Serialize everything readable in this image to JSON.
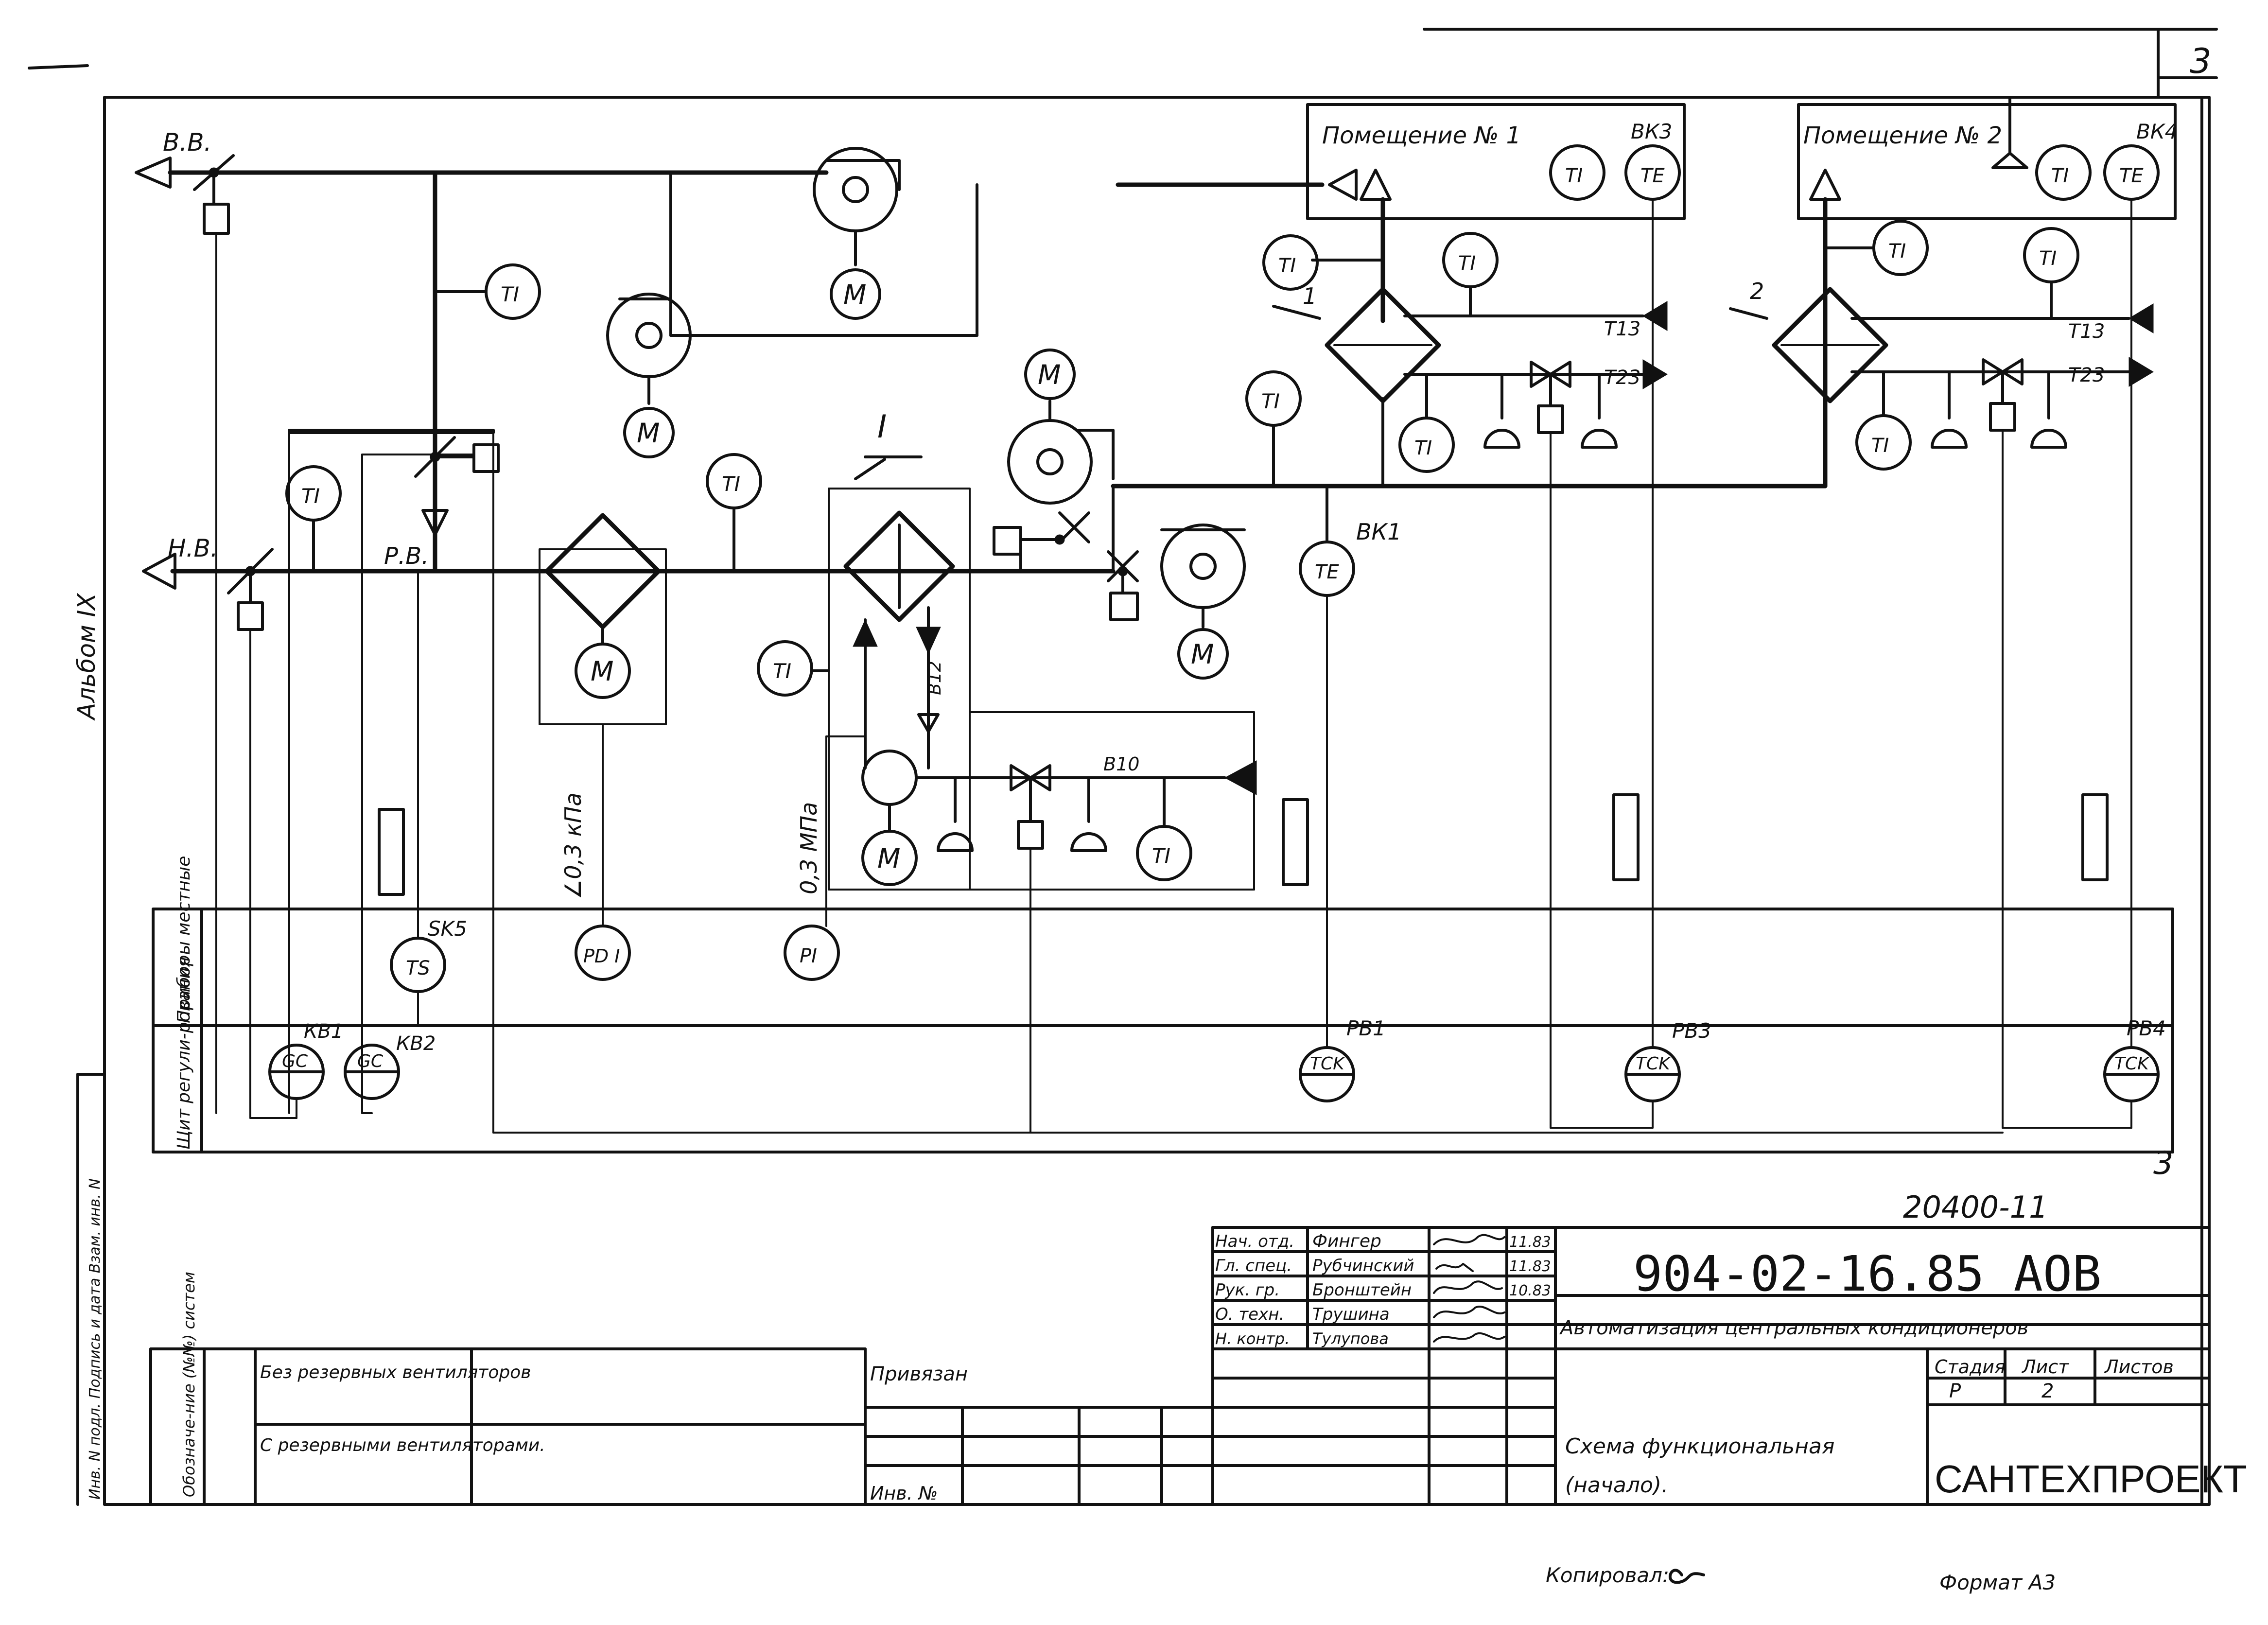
{
  "sheet": {
    "corner_number_top": "3",
    "corner_number_bottom": "3",
    "album": "Альбом IX",
    "left_margin_strip": "Инв. N подл.  Подпись и дата  Взам. инв. N"
  },
  "diagram": {
    "air_labels": {
      "exhaust": "В.В.",
      "outdoor": "Н.В.",
      "recirc": "Р.В."
    },
    "rooms": [
      {
        "title": "Помещение № 1",
        "sensor_label": "ВК3",
        "ti": "TI",
        "te": "TE"
      },
      {
        "title": "Помещение № 2",
        "sensor_label": "ВК4",
        "ti": "TI",
        "te": "TE"
      }
    ],
    "instrument_ti": "TI",
    "instrument_te": "TE",
    "instrument_ts": "TS",
    "instrument_pdi": "PD I",
    "instrument_pi": "PI",
    "instrument_gc": "GC",
    "instrument_tck": "TCK",
    "motor": "M",
    "section_mark": "I",
    "reheater_1": "1",
    "reheater_2": "2",
    "pipe_t13": "Т13",
    "pipe_t23": "Т23",
    "pipe_b12": "В12",
    "pipe_b10": "В10",
    "sensor_bk1": "ВК1",
    "switch_sk5": "SK5",
    "kb1": "КВ1",
    "kb2": "КВ2",
    "pb1": "РВ1",
    "pb3": "РВ3",
    "pb4": "РВ4",
    "filter_dp": "∠0,3 кПа",
    "pump_p": "0,3 МПа",
    "row_local": "Приборы местные",
    "row_panel": "Щит регули-рования"
  },
  "title_block": {
    "archive_no": "20400-11",
    "code": "904-02-16.85 АОВ",
    "project_title": "Автоматизация центральных кондиционеров",
    "sheet_title_1": "Схема функциональная",
    "sheet_title_2": "(начало).",
    "organization": "САНТЕХПРОЕКТ",
    "stage_header": "Стадия",
    "sheet_header": "Лист",
    "sheets_header": "Листов",
    "stage": "Р",
    "sheet": "2",
    "signatures": [
      {
        "role": "Нач. отд.",
        "name": "Фингер",
        "date": "11.83"
      },
      {
        "role": "Гл. спец.",
        "name": "Рубчинский",
        "date": "11.83"
      },
      {
        "role": "Рук. гр.",
        "name": "Бронштейн",
        "date": "10.83"
      },
      {
        "role": "О. техн.",
        "name": "Трушина",
        "date": ""
      },
      {
        "role": "Н. контр.",
        "name": "Тулупова",
        "date": ""
      }
    ],
    "privyazan": "Привязан",
    "inv_no": "Инв. №",
    "systems_header": "Обозначе-ние (№№) систем",
    "systems": [
      "Без резервных вентиляторов",
      "С резервными вентиляторами."
    ],
    "copied": "Копировал:",
    "format": "Формат А3"
  }
}
